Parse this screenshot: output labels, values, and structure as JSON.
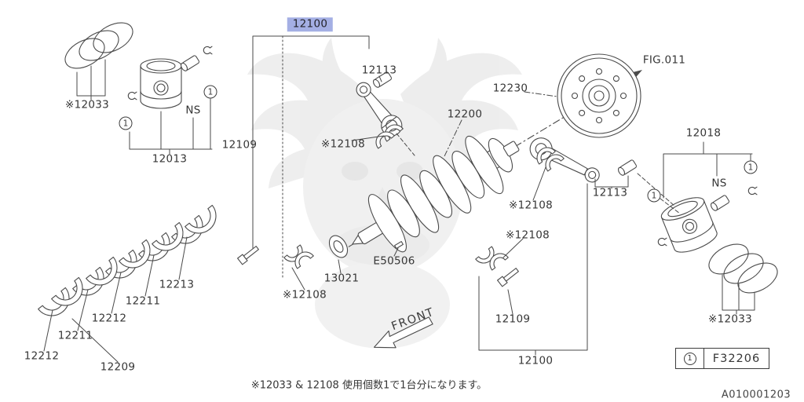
{
  "meta": {
    "doc_number": "A010001203",
    "note": "※12033 & 12108 使用個数1で1台分になります。",
    "front_label": "FRONT",
    "fig_ref": "FIG.011"
  },
  "colors": {
    "highlight": "#a4afe4",
    "line": "#4a4a4a",
    "text": "#363636"
  },
  "legend": {
    "qty_symbol": "1",
    "code": "F32206"
  },
  "callout_symbol": "1",
  "labels": {
    "top_12100": "12100",
    "top_12113": "12113",
    "flywheel_12230": "12230",
    "rings_left_12033": "※12033",
    "ns_left": "NS",
    "piston_left_12013": "12013",
    "left_12109": "12109",
    "rod_top_12108": "※12108",
    "crankshaft_12200": "12200",
    "piston_right_12018": "12018",
    "ns_right": "NS",
    "rod_right_12113": "12113",
    "right_a_12108": "※12108",
    "right_b_12108": "※12108",
    "bolt_e50506": "E50506",
    "washer_13021": "13021",
    "bottom_12108": "※12108",
    "bearing_12213": "12213",
    "bearing_12211_a": "12211",
    "bearing_12212_a": "12212",
    "bearing_12211_b": "12211",
    "bearing_12212_b": "12212",
    "bearing_12209": "12209",
    "right_12109": "12109",
    "bottom_12100": "12100",
    "rings_right_12033": "※12033"
  }
}
